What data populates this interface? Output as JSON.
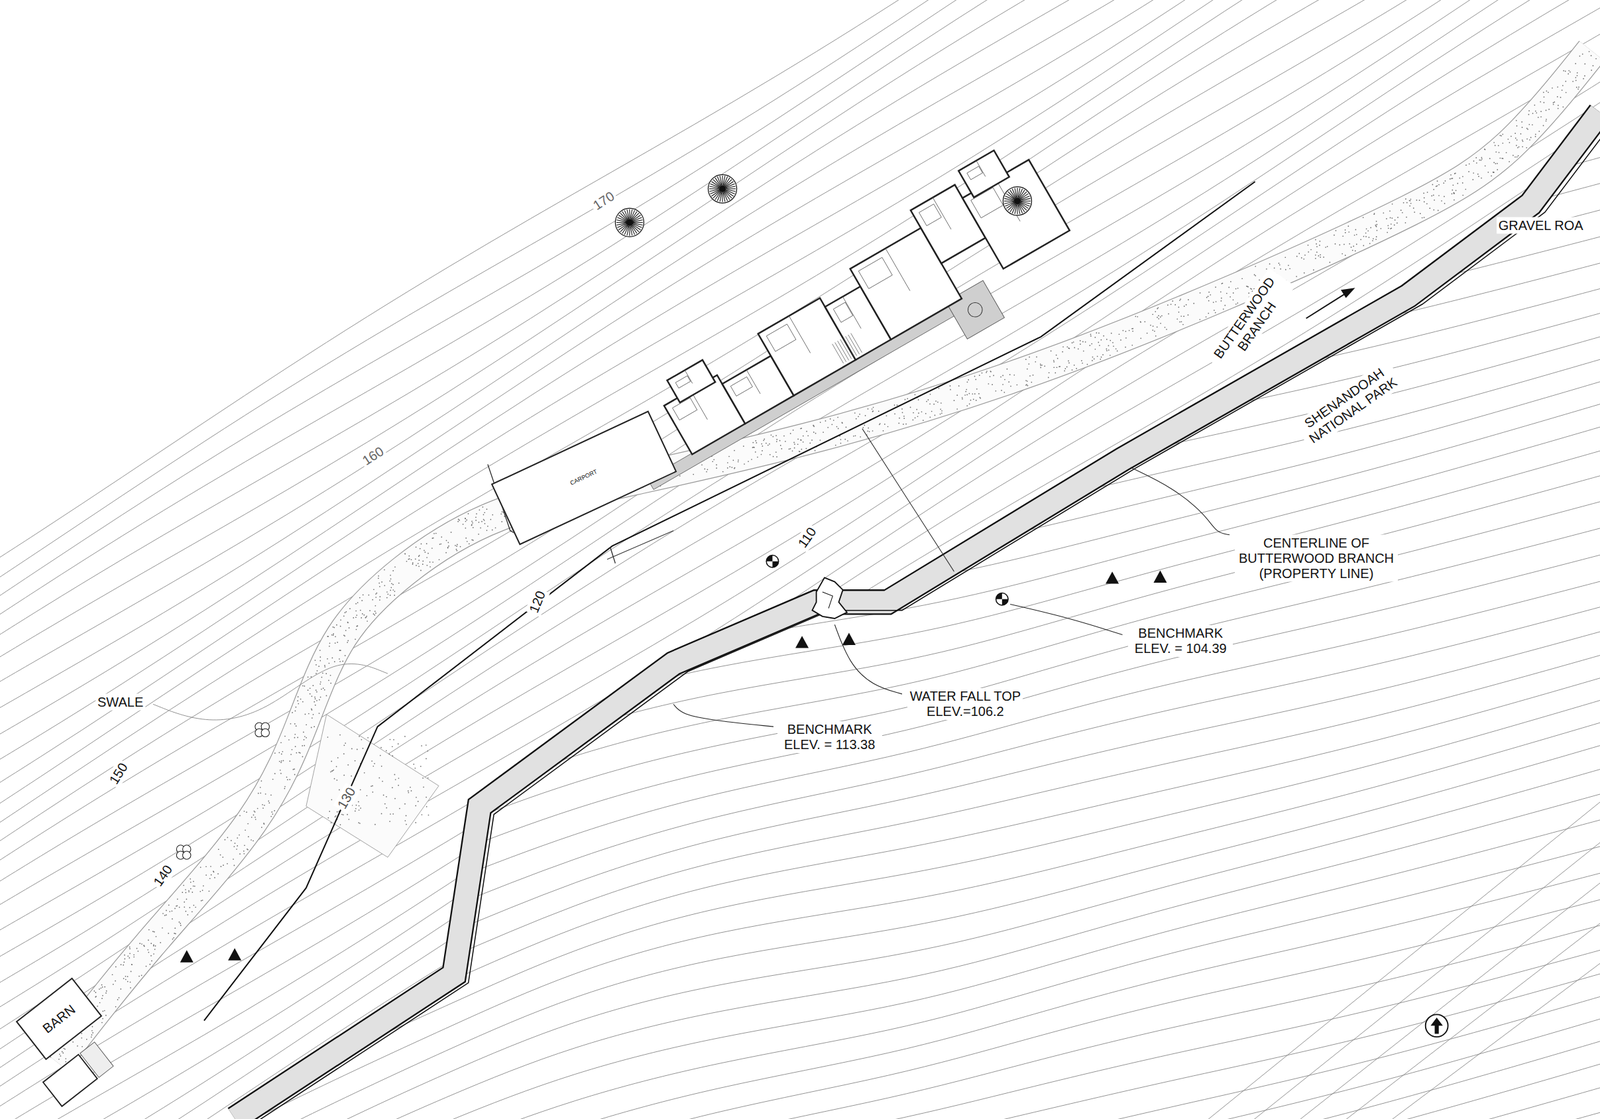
{
  "diagram": {
    "nodes": [
      {
        "text": [
          "CARPORT"
        ]
      },
      {
        "text": [
          "BARN"
        ]
      }
    ],
    "labels": [
      "170",
      "160",
      "150",
      "140",
      "130",
      "120",
      "110",
      "SWALE",
      "GRAVEL ROA",
      "BUTTERWOOD BRANCH",
      "SHENANDOAH NATIONAL PARK",
      "CENTERLINE OF BUTTERWOOD BRANCH (PROPERTY LINE)",
      "BENCHMARK ELEV. = 104.39",
      "WATER FALL TOP ELEV.=106.2",
      "BENCHMARK ELEV. = 113.38"
    ]
  }
}
